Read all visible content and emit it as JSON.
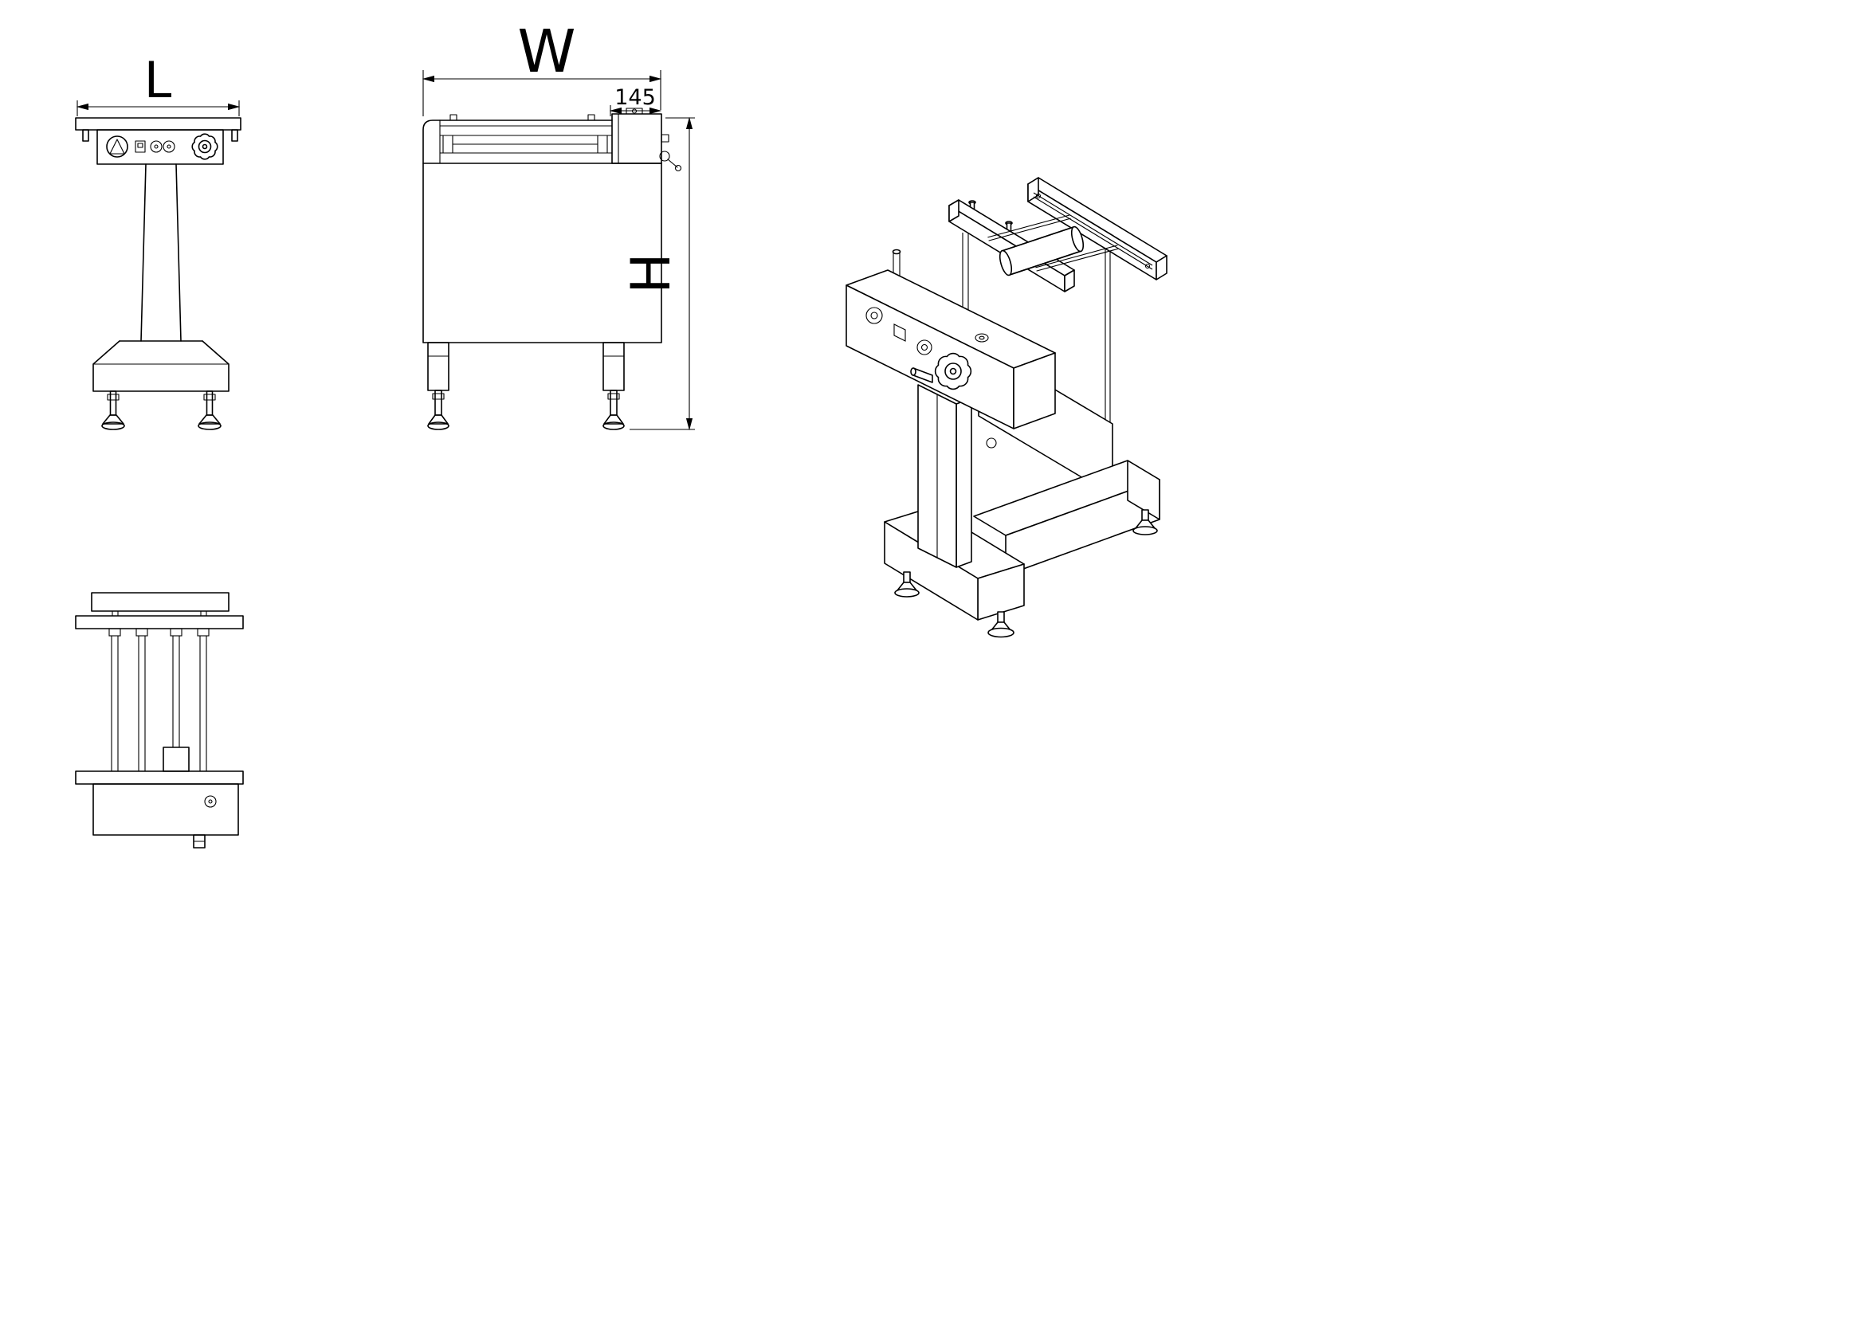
{
  "drawing": {
    "type": "machine-stand-technical-drawing",
    "views": [
      "front",
      "side",
      "bottom",
      "isometric"
    ]
  },
  "dims": {
    "length_label": "L",
    "width_label": "W",
    "height_label": "H",
    "offset_label": "145"
  },
  "colors": {
    "line": "#000000",
    "background": "#ffffff"
  }
}
